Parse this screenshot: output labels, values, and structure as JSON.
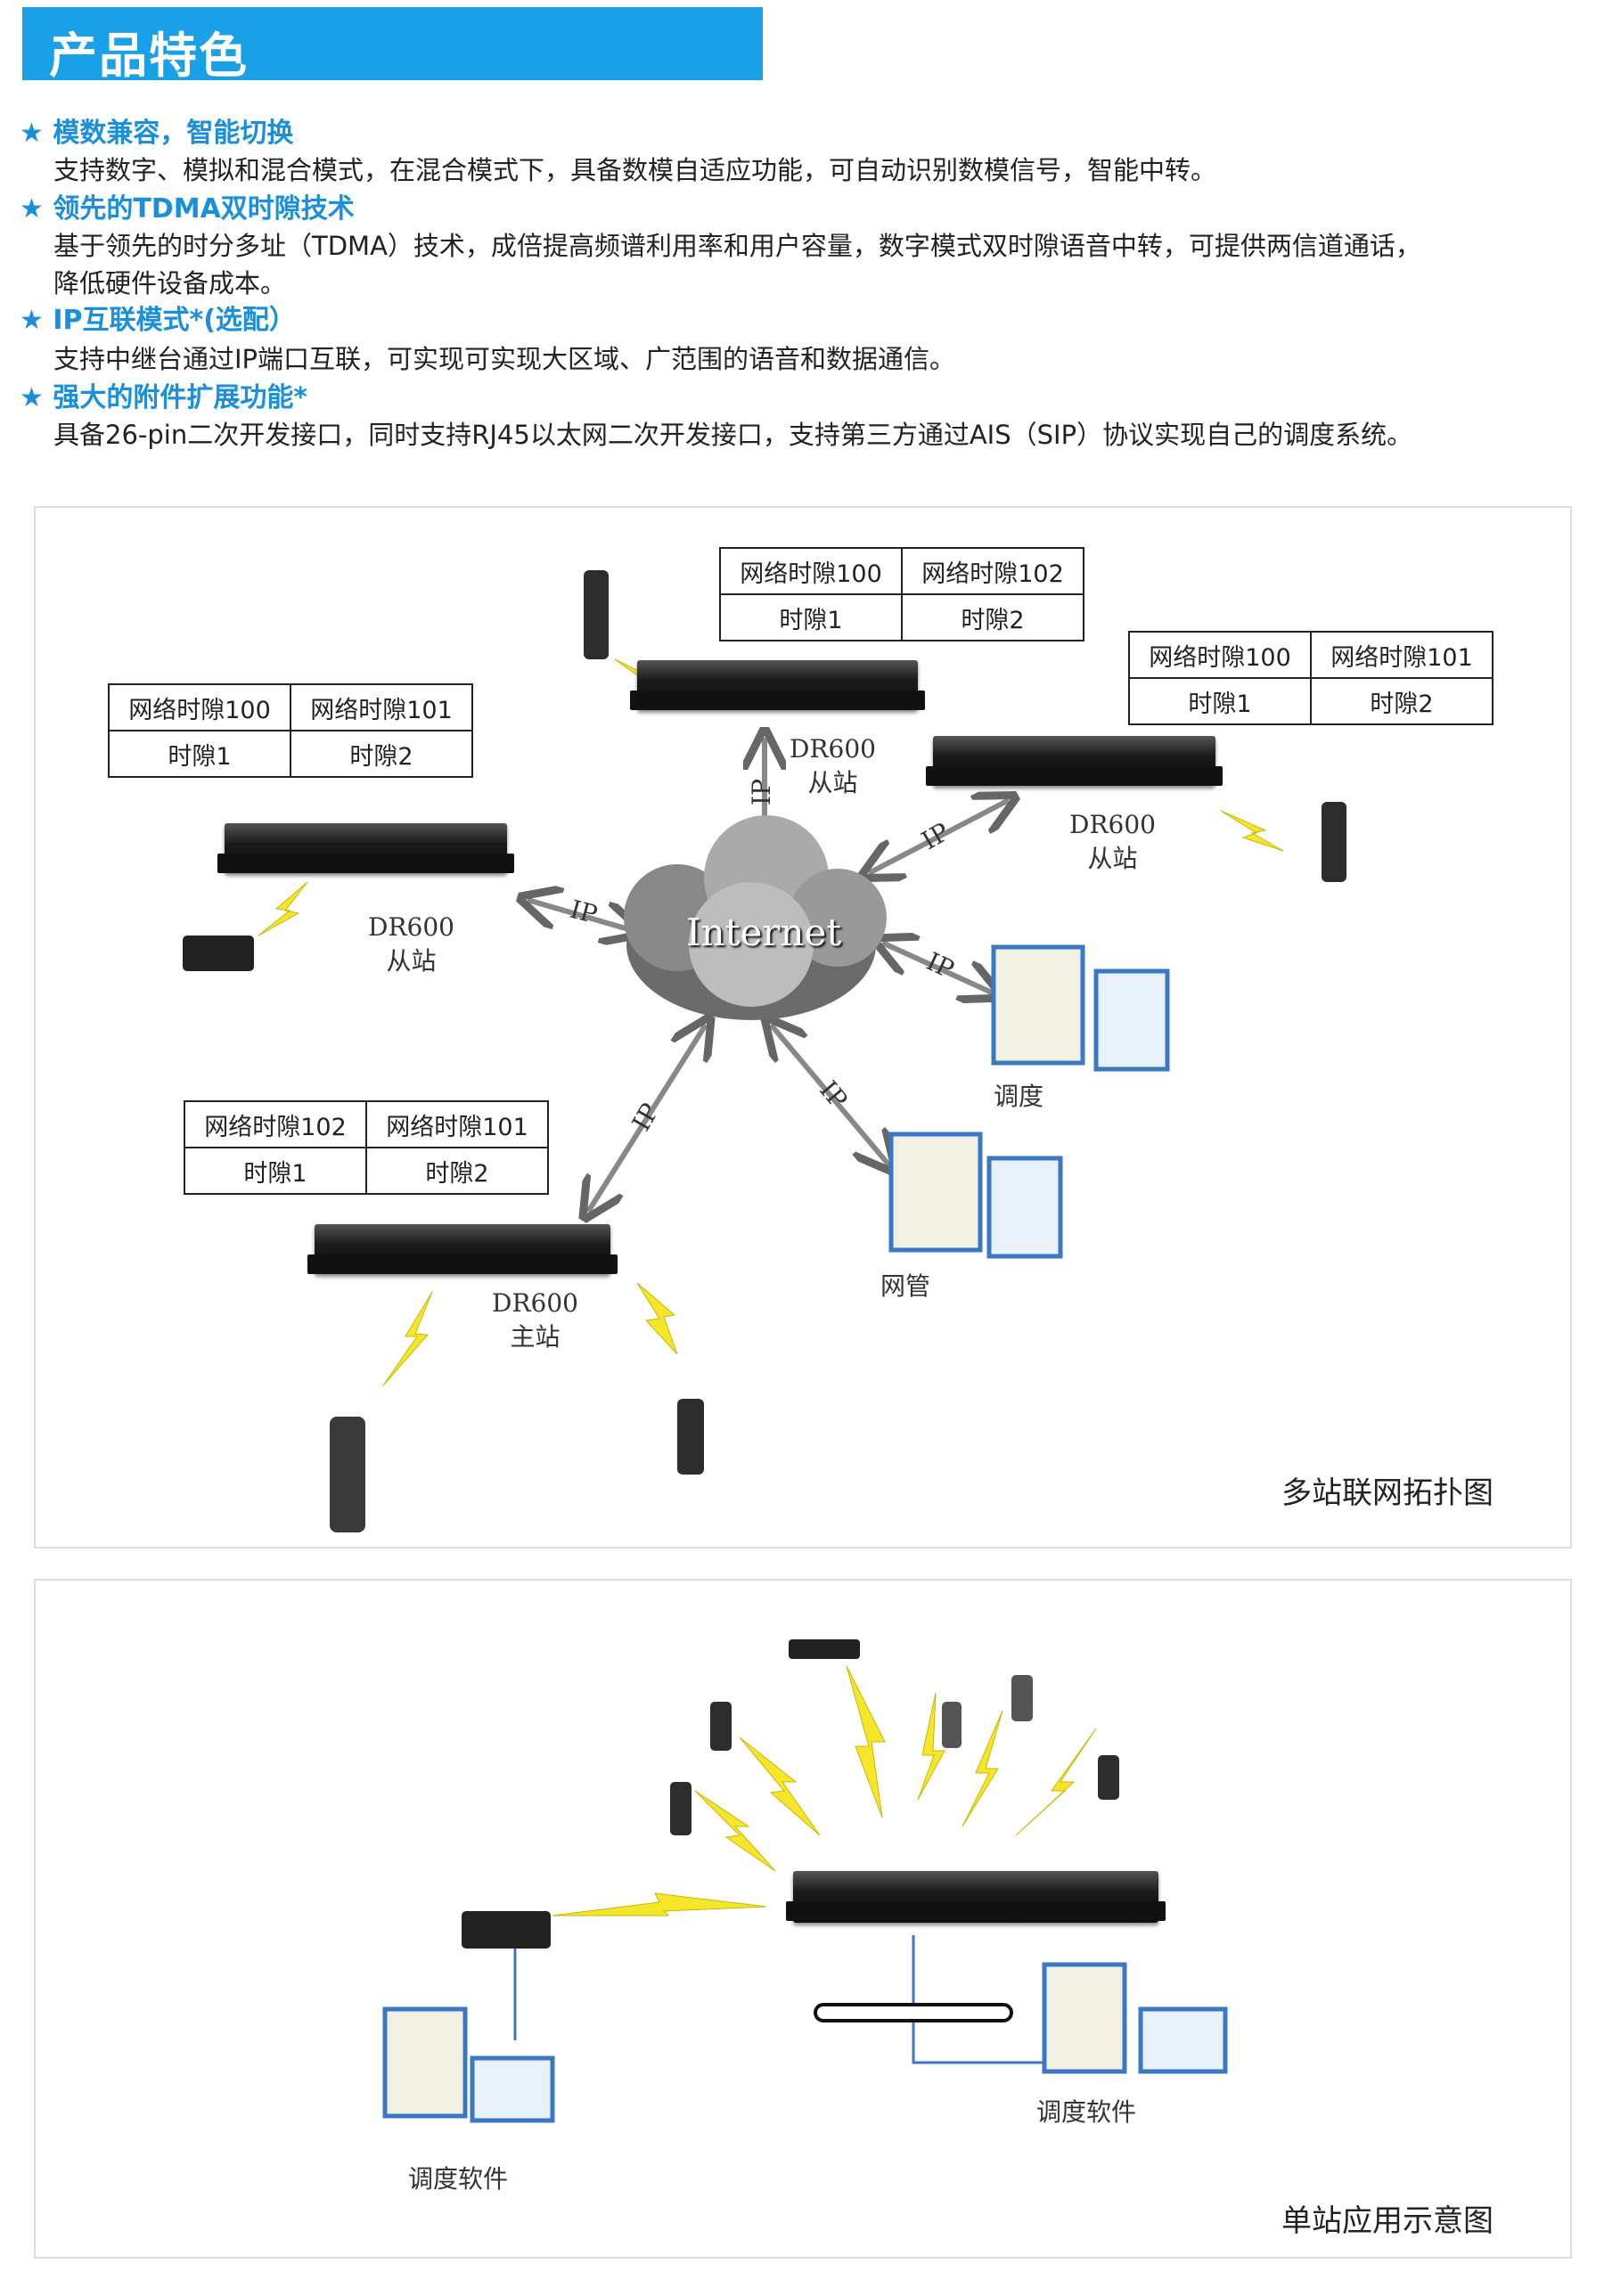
{
  "header": {
    "title": "产品特色"
  },
  "features": [
    {
      "title": "模数兼容，智能切换",
      "lines": [
        "支持数字、模拟和混合模式，在混合模式下，具备数模自适应功能，可自动识别数模信号，智能中转。"
      ]
    },
    {
      "title": "领先的TDMA双时隙技术",
      "lines": [
        "基于领先的时分多址（TDMA）技术，成倍提高频谱利用率和用户容量，数字模式双时隙语音中转，可提供两信道通话，",
        "降低硬件设备成本。"
      ]
    },
    {
      "title": "IP互联模式*(选配）",
      "lines": [
        "支持中继台通过IP端口互联，可实现可实现大区域、广范围的语音和数据通信。"
      ]
    },
    {
      "title": "强大的附件扩展功能*",
      "lines": [
        "具备26-pin二次开发接口，同时支持RJ45以太网二次开发接口，支持第三方通过AIS（SIP）协议实现自己的调度系统。"
      ]
    }
  ],
  "star": "★",
  "diagram1": {
    "caption": "多站联网拓扑图",
    "cloud": "Internet",
    "ip": "IP",
    "tables": [
      [
        [
          "网络时隙100",
          "网络时隙102"
        ],
        [
          "时隙1",
          "时隙2"
        ]
      ],
      [
        [
          "网络时隙100",
          "网络时隙101"
        ],
        [
          "时隙1",
          "时隙2"
        ]
      ],
      [
        [
          "网络时隙100",
          "网络时隙101"
        ],
        [
          "时隙1",
          "时隙2"
        ]
      ],
      [
        [
          "网络时隙102",
          "网络时隙101"
        ],
        [
          "时隙1",
          "时隙2"
        ]
      ]
    ],
    "stations": [
      {
        "model": "DR600",
        "role": "从站"
      },
      {
        "model": "DR600",
        "role": "从站"
      },
      {
        "model": "DR600",
        "role": "从站"
      },
      {
        "model": "DR600",
        "role": "主站"
      }
    ],
    "dispatch": "调度",
    "nms": "网管"
  },
  "diagram2": {
    "caption": "单站应用示意图",
    "software1": "调度软件",
    "software2": "调度软件"
  }
}
